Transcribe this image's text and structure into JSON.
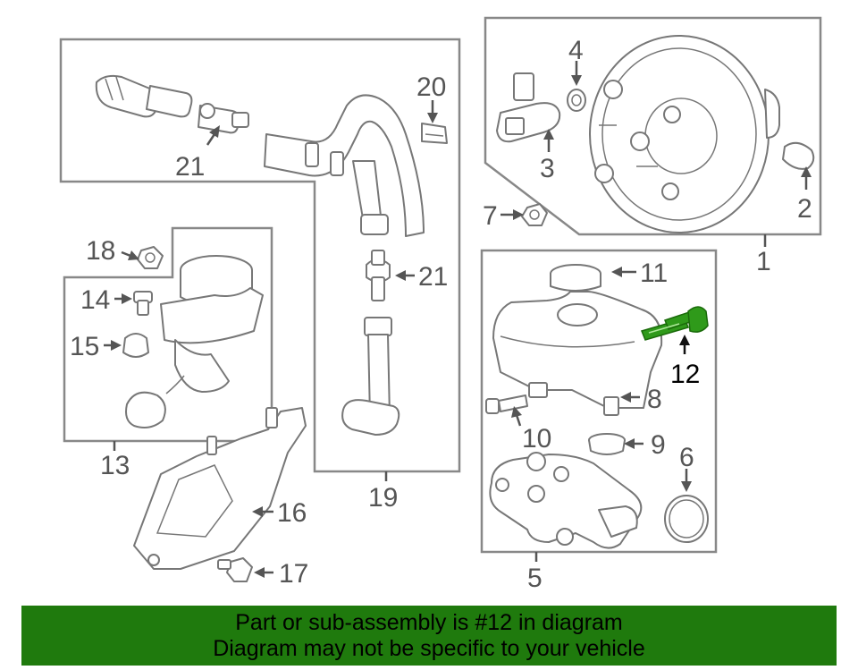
{
  "labels": {
    "p1": "1",
    "p2": "2",
    "p3": "3",
    "p4": "4",
    "p5": "5",
    "p6": "6",
    "p7": "7",
    "p8": "8",
    "p9": "9",
    "p10": "10",
    "p11": "11",
    "p12": "12",
    "p13": "13",
    "p14": "14",
    "p15": "15",
    "p16": "16",
    "p17": "17",
    "p18": "18",
    "p19": "19",
    "p20": "20",
    "p21a": "21",
    "p21b": "21"
  },
  "banner": {
    "line1": "Part or sub-assembly is #12 in diagram",
    "line2": "Diagram may not be specific to your vehicle"
  },
  "colors": {
    "highlight": "#2f9a1a",
    "banner": "#1f7a0d"
  }
}
